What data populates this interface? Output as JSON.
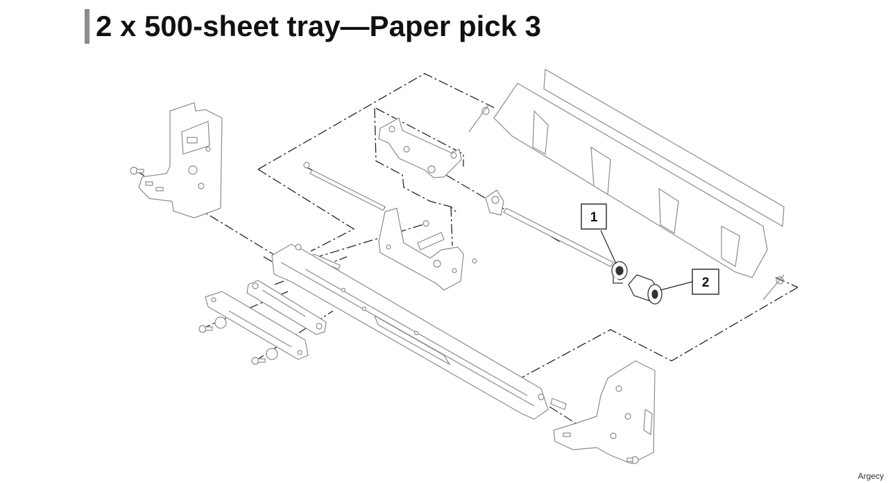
{
  "page": {
    "title": "2 x 500-sheet tray—Paper pick 3",
    "watermark": "Argecy"
  },
  "diagram": {
    "callouts": [
      {
        "id": "1",
        "label": "1"
      },
      {
        "id": "2",
        "label": "2"
      }
    ],
    "colors": {
      "line": "#8a8a8a",
      "dash": "#222222",
      "part_fill": "#ffffff",
      "title_bar": "#8c8c8c"
    }
  }
}
